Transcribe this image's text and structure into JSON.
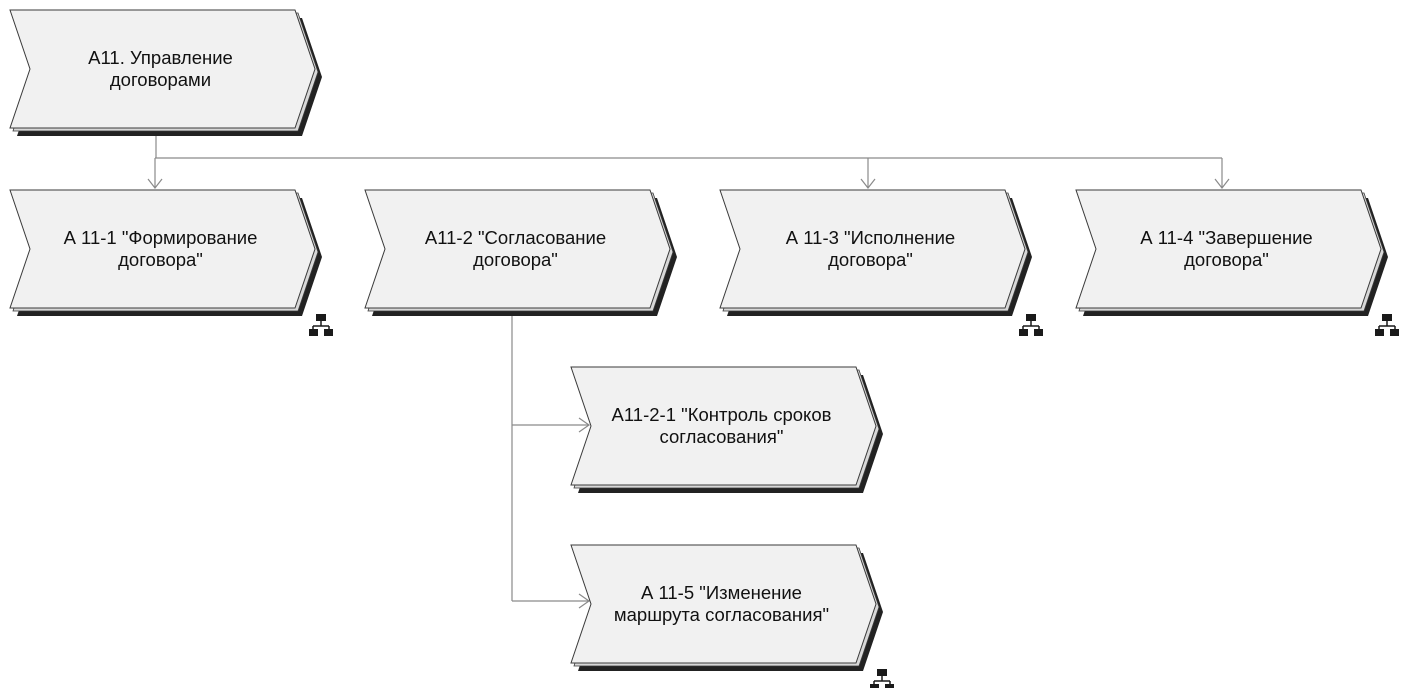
{
  "colors": {
    "fill": "#f1f1f1",
    "stroke": "#3a3a3a",
    "shadow": "#222222",
    "connector": "#8a8a8a",
    "icon": "#1a1a1a"
  },
  "nodes": [
    {
      "id": "a11",
      "lines": [
        "А11. Управление",
        "договорами"
      ],
      "has_subprocess_icon": false
    },
    {
      "id": "a11-1",
      "lines": [
        "А 11-1 \"Формирование",
        "договора\""
      ],
      "has_subprocess_icon": true
    },
    {
      "id": "a11-2",
      "lines": [
        "А11-2 \"Согласование",
        "договора\""
      ],
      "has_subprocess_icon": false
    },
    {
      "id": "a11-3",
      "lines": [
        "А 11-3 \"Исполнение",
        "договора\""
      ],
      "has_subprocess_icon": true
    },
    {
      "id": "a11-4",
      "lines": [
        "А 11-4 \"Завершение",
        "договора\""
      ],
      "has_subprocess_icon": true
    },
    {
      "id": "a11-2-1",
      "lines": [
        "А11-2-1 \"Контроль сроков",
        "согласования\""
      ],
      "has_subprocess_icon": false
    },
    {
      "id": "a11-5",
      "lines": [
        "А 11-5 \"Изменение",
        "маршрута согласования\""
      ],
      "has_subprocess_icon": true
    }
  ],
  "edges": [
    {
      "from": "a11",
      "to": "a11-1"
    },
    {
      "from": "a11",
      "to": "a11-3"
    },
    {
      "from": "a11",
      "to": "a11-4"
    },
    {
      "from": "a11-2",
      "to": "a11-2-1"
    },
    {
      "from": "a11-2",
      "to": "a11-5"
    }
  ]
}
